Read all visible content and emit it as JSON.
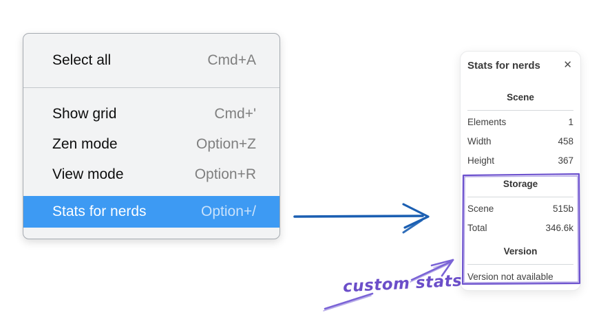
{
  "menu": {
    "items": [
      {
        "label": "Select all",
        "shortcut": "Cmd+A",
        "highlighted": false
      },
      {
        "label": "Show grid",
        "shortcut": "Cmd+'",
        "highlighted": false
      },
      {
        "label": "Zen mode",
        "shortcut": "Option+Z",
        "highlighted": false
      },
      {
        "label": "View mode",
        "shortcut": "Option+R",
        "highlighted": false
      },
      {
        "label": "Stats for nerds",
        "shortcut": "Option+/",
        "highlighted": true
      }
    ]
  },
  "stats": {
    "title": "Stats for nerds",
    "close_icon": "✕",
    "sections": [
      {
        "heading": "Scene",
        "rows": [
          {
            "label": "Elements",
            "value": "1"
          },
          {
            "label": "Width",
            "value": "458"
          },
          {
            "label": "Height",
            "value": "367"
          }
        ]
      },
      {
        "heading": "Storage",
        "rows": [
          {
            "label": "Scene",
            "value": "515b"
          },
          {
            "label": "Total",
            "value": "346.6k"
          }
        ]
      },
      {
        "heading": "Version",
        "note": "Version not available"
      }
    ]
  },
  "annotation": {
    "label": "custom stats"
  },
  "colors": {
    "menu_highlight": "#3d9af3",
    "flow_arrow_blue": "#1b5fb2",
    "annotation_purple": "#6b4ec9",
    "annotation_box_purple": "#6c51ce"
  }
}
